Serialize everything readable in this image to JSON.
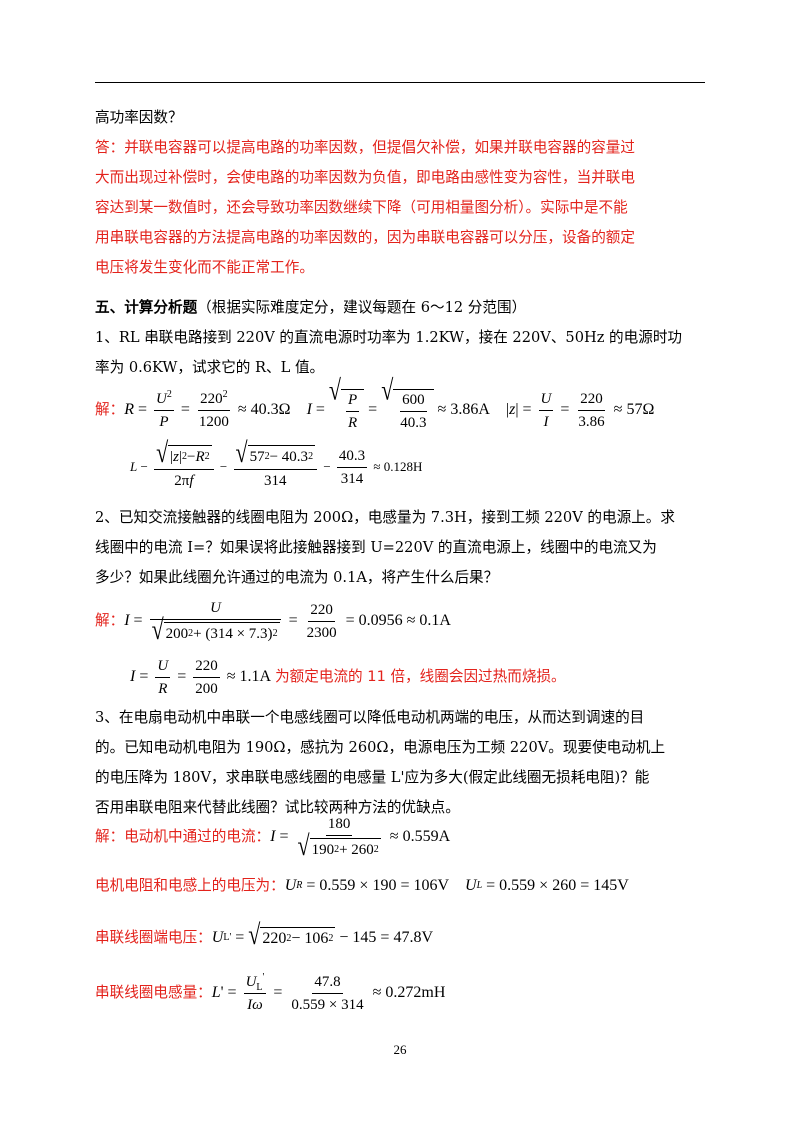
{
  "q_tail": "高功率因数？",
  "answer": {
    "l1": "答：并联电容器可以提高电路的功率因数，但提倡欠补偿，如果并联电容器的容量过",
    "l2": "大而出现过补偿时，会使电路的功率因数为负值，即电路由感性变为容性，当并联电",
    "l3": "容达到某一数值时，还会导致功率因数继续下降（可用相量图分析）。实际中是不能",
    "l4": "用串联电容器的方法提高电路的功率因数的，因为串联电容器可以分压，设备的额定",
    "l5": "电压将发生变化而不能正常工作。"
  },
  "section": {
    "title": "五、计算分析题",
    "note": "（根据实际难度定分，建议每题在 6～12 分范围）"
  },
  "p1": {
    "l1": "1、RL 串联电路接到 220V 的直流电源时功率为 1.2KW，接在 220V、50Hz 的电源时功",
    "l2": "率为 0.6KW，试求它的 R、L 值。",
    "sol": "解："
  },
  "p2": {
    "l1": "2、已知交流接触器的线圈电阻为 200Ω，电感量为 7.3H，接到工频 220V 的电源上。求",
    "l2": "线圈中的电流 I=？如果误将此接触器接到 U=220V 的直流电源上，线圈中的电流又为",
    "l3": "多少？如果此线圈允许通过的电流为 0.1A，将产生什么后果？",
    "sol": "解：",
    "remark": "为额定电流的 11 倍，线圈会因过热而烧损。"
  },
  "p3": {
    "l1": "3、在电扇电动机中串联一个电感线圈可以降低电动机两端的电压，从而达到调速的目",
    "l2": "的。已知电动机电阻为 190Ω，感抗为 260Ω，电源电压为工频 220V。现要使电动机上",
    "l3": "的电压降为 180V，求串联电感线圈的电感量 L'应为多大(假定此线圈无损耗电阻)？能",
    "l4": "否用串联电阻来代替此线圈？试比较两种方法的优缺点。",
    "s1": "解：电动机中通过的电流：",
    "s2": "电机电阻和电感上的电压为：",
    "s3": "串联线圈端电压：",
    "s4": "串联线圈电感量："
  },
  "page_number": "26"
}
